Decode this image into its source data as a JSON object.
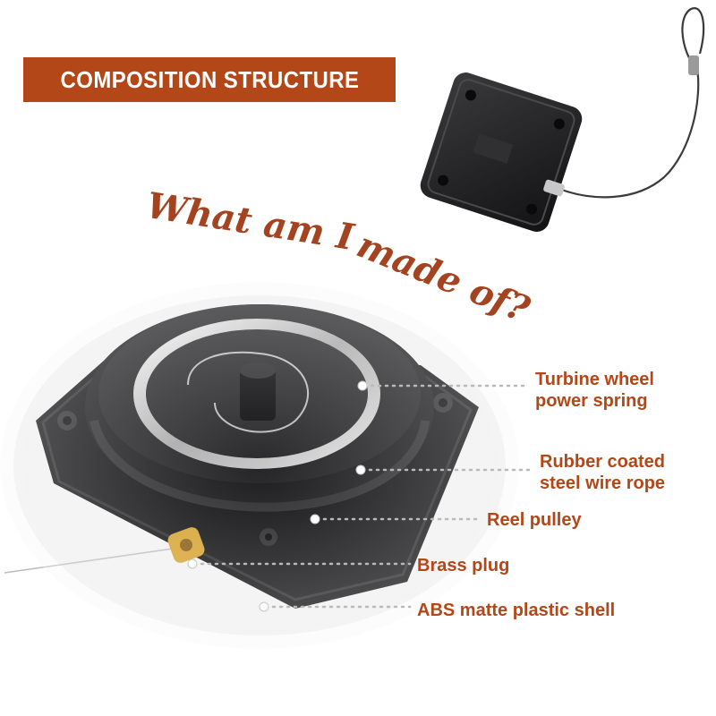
{
  "header": {
    "title": "COMPOSITION STRUCTURE"
  },
  "tagline": {
    "line1": "What am I",
    "line2": "made of?"
  },
  "parts": [
    {
      "line1": "Turbine wheel",
      "line2": "power spring"
    },
    {
      "line1": "Rubber coated",
      "line2": "steel wire rope"
    },
    {
      "line1": "Reel pulley",
      "line2": ""
    },
    {
      "line1": "Brass plug",
      "line2": ""
    },
    {
      "line1": "ABS matte plastic shell",
      "line2": ""
    }
  ],
  "colors": {
    "accent": "#b34718",
    "script": "#a3431f",
    "device": "#1c1c1e",
    "brass": "#d7a432"
  }
}
